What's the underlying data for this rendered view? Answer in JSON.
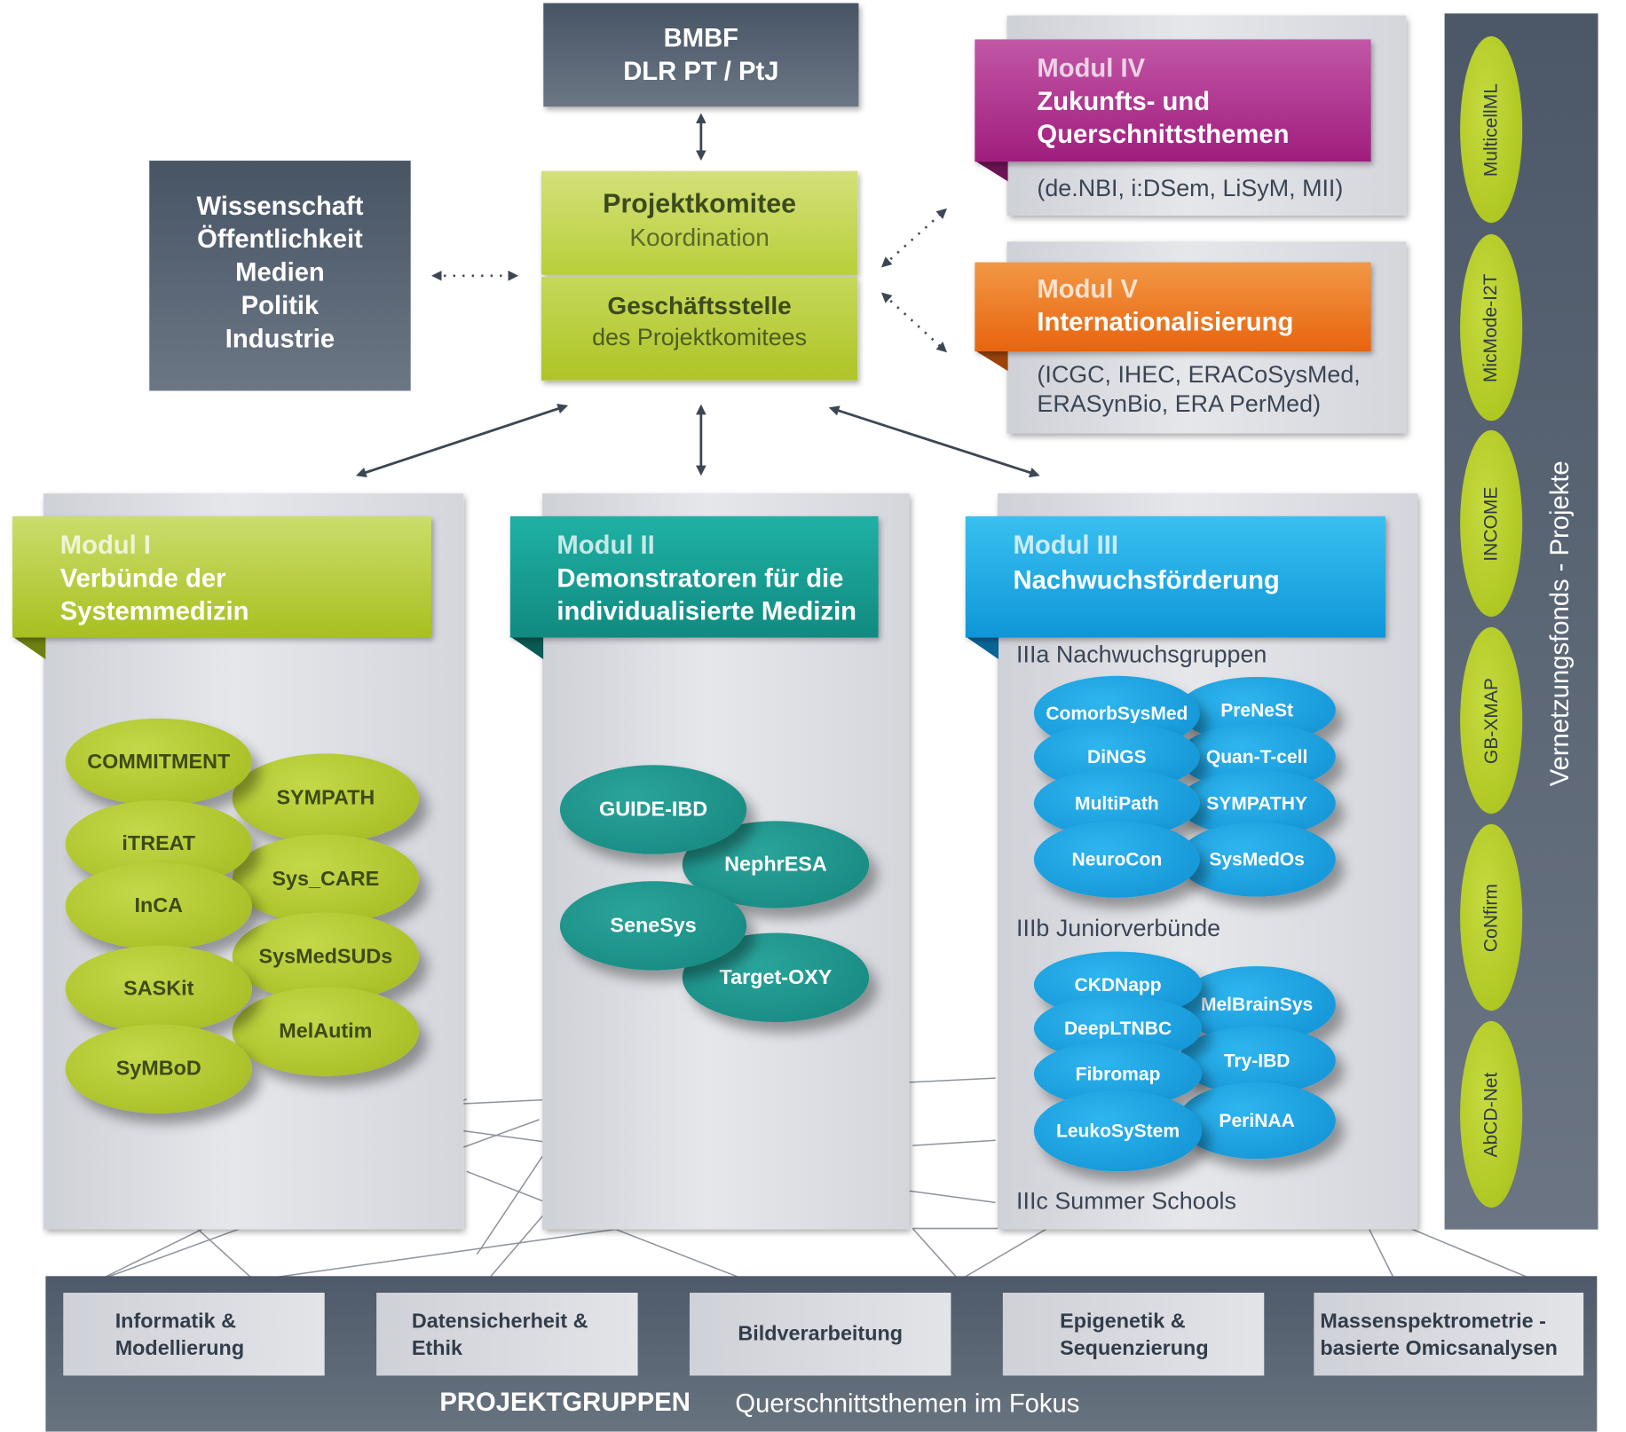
{
  "top": {
    "line1": "BMBF",
    "line2": "DLR PT / PtJ"
  },
  "stakeholders": [
    "Wissenschaft",
    "Öffentlichkeit",
    "Medien",
    "Politik",
    "Industrie"
  ],
  "committee": {
    "title": "Projektkomitee",
    "subtitle": "Koordination",
    "office_title": "Geschäftsstelle",
    "office_subtitle": "des Projektkomitees"
  },
  "modul4": {
    "label": "Modul IV",
    "line1": "Zukunfts- und",
    "line2": "Querschnittsthemen",
    "projects": "(de.NBI, i:DSem, LiSyM, MII)"
  },
  "modul5": {
    "label": "Modul V",
    "title": "Internationalisierung",
    "projects_line1": "(ICGC, IHEC, ERACoSysMed,",
    "projects_line2": "ERASynBio, ERA PerMed)"
  },
  "modul1": {
    "label": "Modul I",
    "line1": "Verbünde der",
    "line2": "Systemmedizin",
    "items": [
      "COMMITMENT",
      "SYMPATH",
      "iTREAT",
      "Sys_CARE",
      "InCA",
      "SysMedSUDs",
      "SASKit",
      "MelAutim",
      "SyMBoD"
    ]
  },
  "modul2": {
    "label": "Modul II",
    "line1": "Demonstratoren für die",
    "line2": "individualisierte Medizin",
    "items": [
      "GUIDE-IBD",
      "NephrESA",
      "SeneSys",
      "Target-OXY"
    ]
  },
  "modul3": {
    "label": "Modul III",
    "title": "Nachwuchsförderung",
    "section_a": "IIIa Nachwuchsgruppen",
    "items_a": [
      "ComorbSysMed",
      "PreNeSt",
      "DiNGS",
      "Quan-T-cell",
      "MultiPath",
      "SYMPATHY",
      "NeuroCon",
      "SysMedOs"
    ],
    "section_b": "IIIb Juniorverbünde",
    "items_b": [
      "CKDNapp",
      "MelBrainSys",
      "DeepLTNBC",
      "Try-IBD",
      "Fibromap",
      "PeriNAA",
      "LeukoSyStem"
    ],
    "section_c": "IIIc Summer Schools"
  },
  "vernetzung": {
    "title": "Vernetzungsfonds - Projekte",
    "items": [
      "MulticellML",
      "MicMode-I2T",
      "INCOME",
      "GB-XMAP",
      "CoNfirm",
      "AbCD-Net"
    ]
  },
  "projektgruppen": {
    "title": "PROJEKTGRUPPEN",
    "subtitle": "Querschnittsthemen im Fokus",
    "boxes": [
      {
        "line1": "Informatik &",
        "line2": "Modellierung"
      },
      {
        "line1": "Datensicherheit &",
        "line2": "Ethik"
      },
      {
        "line1": "Bildverarbeitung",
        "line2": ""
      },
      {
        "line1": "Epigenetik &",
        "line2": "Sequenzierung"
      },
      {
        "line1": "Massenspektrometrie -",
        "line2": "basierte Omicsanalysen"
      }
    ]
  },
  "colors": {
    "dark": "#4a5666",
    "green": "#a9c11f",
    "teal": "#17897f",
    "blue": "#129bdc",
    "magenta": "#a5237f",
    "orange": "#e76a14"
  }
}
